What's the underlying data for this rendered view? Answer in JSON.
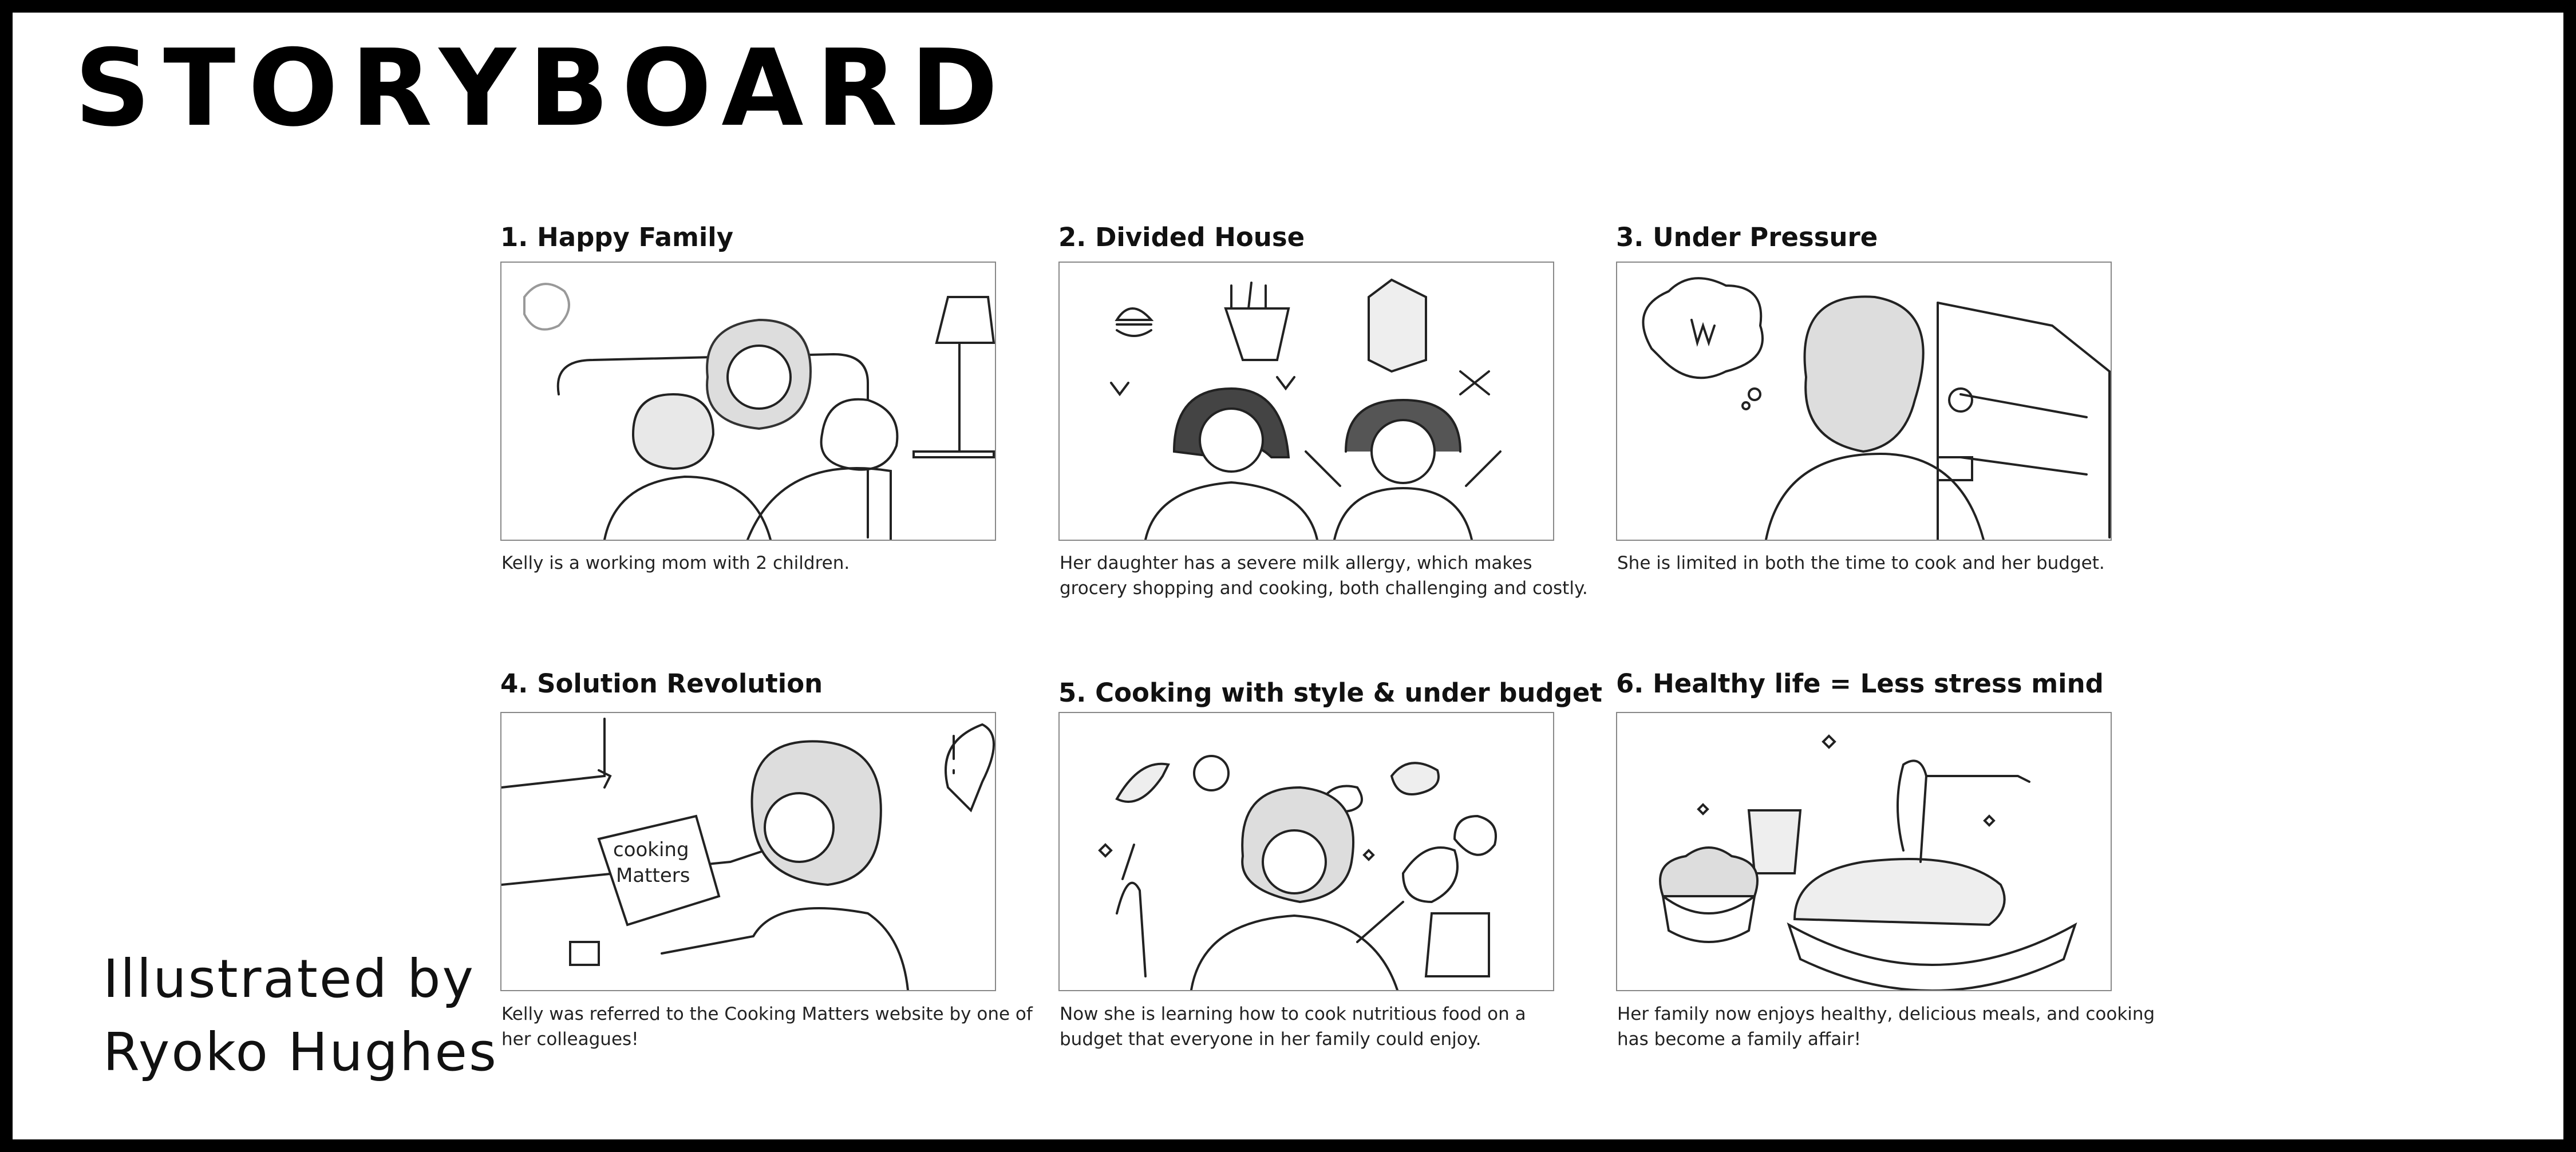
{
  "title": "STORYBOARD",
  "credit": [
    "Illustrated by",
    "Ryoko Hughes"
  ],
  "panels": [
    {
      "title": "1. Happy Family",
      "caption": [
        "Kelly is a working mom with 2 children."
      ],
      "sketch": "mother-with-two-children-on-sofa"
    },
    {
      "title": "2. Divided House",
      "caption": [
        "Her daughter has a severe milk allergy, which makes",
        "grocery shopping and cooking, both challenging and costly."
      ],
      "sketch": "girl-and-boy-with-burger-fries-milk"
    },
    {
      "title": "3. Under Pressure",
      "caption": [
        "She is limited in both the time to cook and her budget."
      ],
      "sketch": "mother-at-fridge-thinking"
    },
    {
      "title": "4. Solution Revolution",
      "caption": [
        "Kelly was referred to the  Cooking Matters website by one of",
        "her colleagues!"
      ],
      "sketch": "mother-reading-cooking-matters",
      "sign_text": [
        "cooking",
        "Matters"
      ]
    },
    {
      "title": "5. Cooking with style & under budget",
      "caption": [
        "Now she is learning how to cook nutritious food on a",
        "budget that everyone in her family could enjoy."
      ],
      "sketch": "mother-cooking-with-vegetables"
    },
    {
      "title": "6. Healthy life = Less stress mind",
      "caption": [
        "Her family now enjoys healthy, delicious meals, and cooking",
        "has become a family affair!"
      ],
      "sketch": "salad-pasta-and-drink"
    }
  ]
}
